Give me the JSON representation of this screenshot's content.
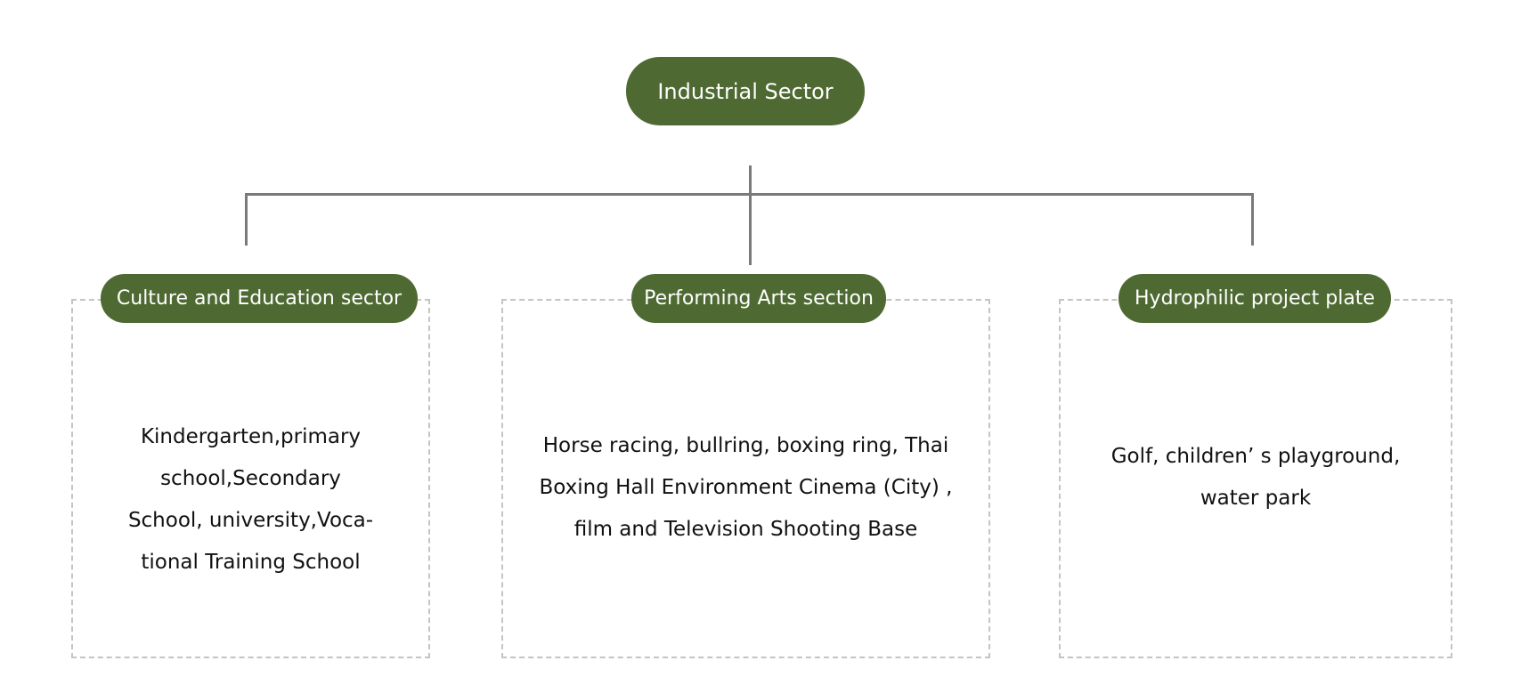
{
  "root": {
    "label": "Industrial Sector"
  },
  "sectors": [
    {
      "title": "Culture and Education sector",
      "lines": [
        "Kindergarten,primary",
        "school,Secondary",
        "School, university,Voca-",
        "tional Training School"
      ]
    },
    {
      "title": "Performing Arts section",
      "lines": [
        "Horse racing, bullring, boxing ring, Thai",
        "Boxing Hall Environment Cinema (City) ,",
        "film and Television Shooting Base"
      ]
    },
    {
      "title": "Hydrophilic project plate",
      "lines": [
        "Golf, children’ s playground,",
        "water park"
      ]
    }
  ],
  "colors": {
    "node_fill": "#4e6a32",
    "node_text": "#ffffff",
    "connector": "#7a7a7a",
    "box_border": "#c4c4c4"
  }
}
